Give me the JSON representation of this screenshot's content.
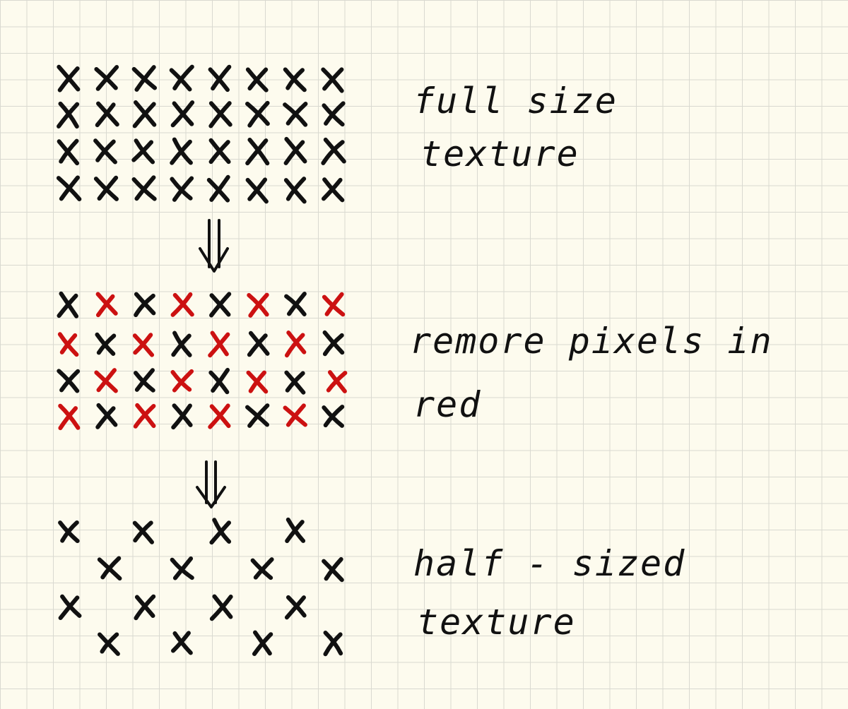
{
  "colors": {
    "paper": "#fdfbee",
    "grid": "#d9d9d0",
    "ink": "#111111",
    "removed": "#cc1111"
  },
  "labels": {
    "full_size_line1": "full size",
    "full_size_line2": "texture",
    "remove_line1": "remore pixels in",
    "remove_line2": "red",
    "half_line1": "half - sized",
    "half_line2": "texture"
  },
  "grids": {
    "full_size": {
      "rows": 4,
      "cols": 8,
      "mark": "x"
    },
    "remove": {
      "rows": 4,
      "cols": 8,
      "mark": "x",
      "pattern": "checkerboard",
      "red_marks_removed": true
    },
    "half_sized": {
      "rows": 4,
      "cols": 4,
      "mark": "x",
      "pattern": "staggered"
    }
  },
  "arrows": [
    {
      "name": "arrow-to-remove-step",
      "symbol": "double-down-arrow"
    },
    {
      "name": "arrow-to-half-step",
      "symbol": "double-down-arrow"
    }
  ]
}
